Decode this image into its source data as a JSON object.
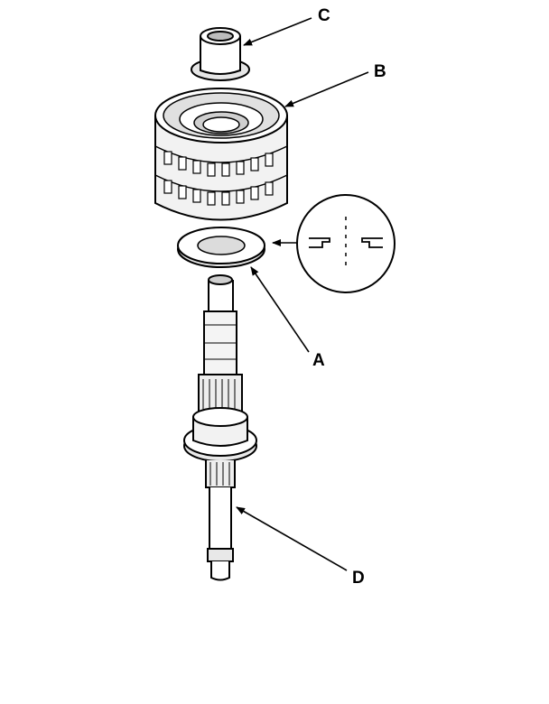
{
  "callouts": {
    "a": "A",
    "b": "B",
    "c": "C",
    "d": "D"
  },
  "colors": {
    "line": "#000000",
    "background": "#ffffff",
    "shade": "#d9d9d9",
    "dark": "#9a9a9a"
  }
}
